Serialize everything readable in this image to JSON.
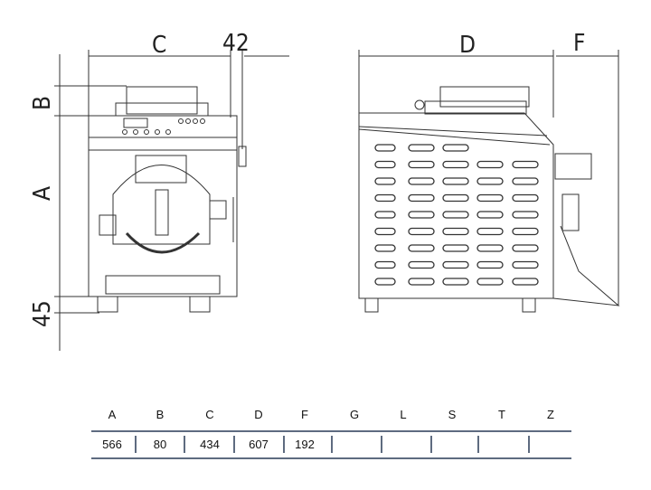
{
  "drawing": {
    "labels": {
      "C": "C",
      "w42": "42",
      "D": "D",
      "F": "F",
      "B": "B",
      "A": "A",
      "h45": "45"
    }
  },
  "table": {
    "headers": [
      "A",
      "B",
      "C",
      "D",
      "F",
      "G",
      "L",
      "S",
      "T",
      "Z"
    ],
    "values": [
      "566",
      "80",
      "434",
      "607",
      "192",
      "",
      "",
      "",
      "",
      ""
    ]
  },
  "colors": {
    "line": "#5e6b80",
    "drawing": "#333333"
  }
}
